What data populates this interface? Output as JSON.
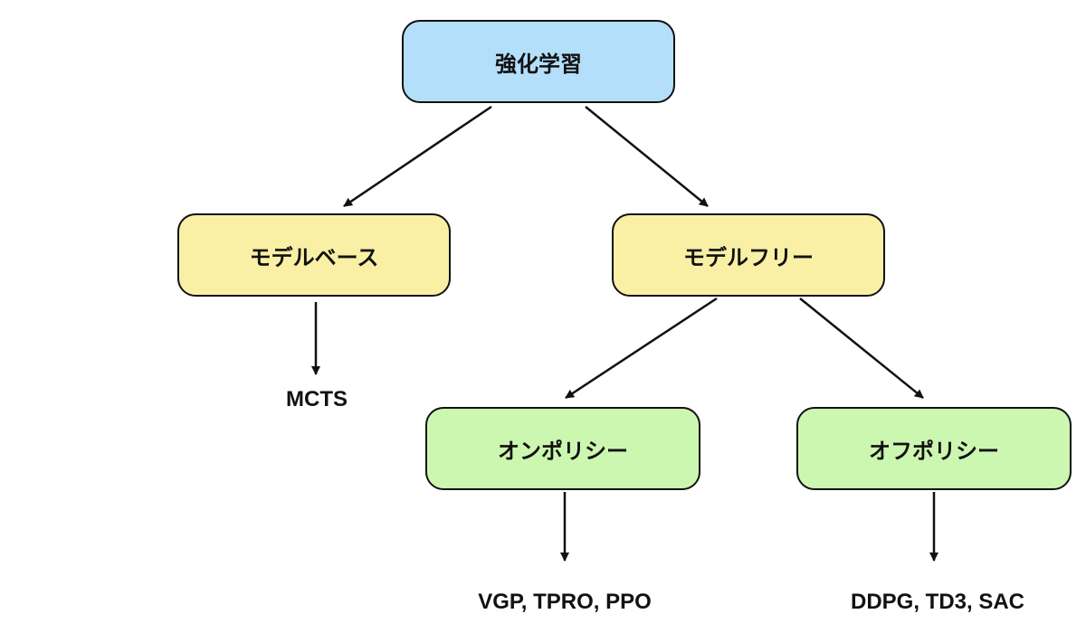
{
  "diagram": {
    "root": {
      "label": "強化学習",
      "color": "#b3dffa"
    },
    "model_based": {
      "label": "モデルベース",
      "color": "#f9f0a6"
    },
    "model_free": {
      "label": "モデルフリー",
      "color": "#f9f0a6"
    },
    "on_policy": {
      "label": "オンポリシー",
      "color": "#ccf7b0"
    },
    "off_policy": {
      "label": "オフポリシー",
      "color": "#ccf7b0"
    },
    "leaves": {
      "model_based": "MCTS",
      "on_policy": "VGP, TPRO, PPO",
      "off_policy": "DDPG, TD3, SAC"
    },
    "edges": [
      [
        "root",
        "model_based"
      ],
      [
        "root",
        "model_free"
      ],
      [
        "model_based",
        "mcts"
      ],
      [
        "model_free",
        "on_policy"
      ],
      [
        "model_free",
        "off_policy"
      ],
      [
        "on_policy",
        "on_algos"
      ],
      [
        "off_policy",
        "off_algos"
      ]
    ]
  }
}
